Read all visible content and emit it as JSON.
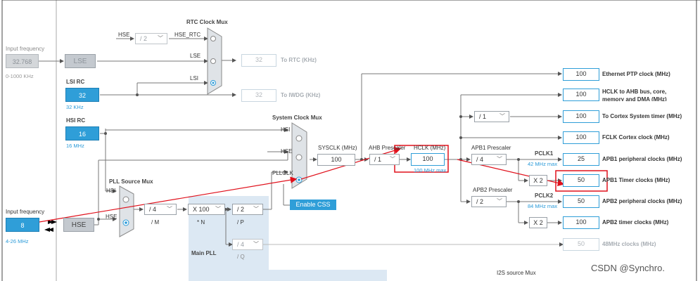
{
  "inputs": {
    "lse_freq_label": "Input frequency",
    "lse_freq_value": "32.768",
    "lse_freq_range": "0-1000 KHz",
    "lse_label": "LSE",
    "lsi_rc_label": "LSI RC",
    "lsi_value": "32",
    "lsi_sub": "32 KHz",
    "hsi_rc_label": "HSI RC",
    "hsi_value": "16",
    "hsi_sub": "16 MHz",
    "hse_freq_label": "Input frequency",
    "hse_freq_value": "8",
    "hse_freq_range": "4-26 MHz",
    "hse_label": "HSE"
  },
  "rtc": {
    "mux_title": "RTC Clock Mux",
    "hse_in": "HSE",
    "div_value": "/ 2",
    "hse_rtc": "HSE_RTC",
    "lse": "LSE",
    "lsi": "LSI",
    "rtc_value": "32",
    "rtc_label": "To RTC (KHz)",
    "iwdg_value": "32",
    "iwdg_label": "To IWDG (KHz)"
  },
  "sysclk": {
    "mux_title": "System Clock Mux",
    "hsi": "HSI",
    "hse": "HSE",
    "pllclk": "PLLCLK",
    "sysclk_label": "SYSCLK (MHz)",
    "sysclk_value": "100",
    "ahb_prescaler_label": "AHB Prescaler",
    "ahb_value": "/ 1",
    "hclk_label": "HCLK (MHz)",
    "hclk_value": "100",
    "hclk_sub": "100 MHz max",
    "enable_css": "Enable CSS"
  },
  "pll": {
    "source_mux_title": "PLL Source Mux",
    "hsi": "HSI",
    "hse": "HSE",
    "m_value": "/ 4",
    "m_label": "/ M",
    "n_value": "X 100",
    "n_label": "* N",
    "p_value": "/ 2",
    "p_label": "/ P",
    "q_value": "/ 4",
    "q_label": "/ Q",
    "main_pll": "Main PLL"
  },
  "outputs": {
    "ptp_value": "100",
    "ptp_label": "Ethernet PTP clock (MHz)",
    "hclk_ahb_value": "100",
    "hclk_ahb_label1": "HCLK to AHB bus, core,",
    "hclk_ahb_label2": "memory and DMA (MHz)",
    "cortex_div": "/ 1",
    "cortex_value": "100",
    "cortex_label": "To Cortex System timer (MHz)",
    "fclk_value": "100",
    "fclk_label": "FCLK Cortex clock (MHz)",
    "apb1_prescaler_label": "APB1 Prescaler",
    "apb1_div": "/ 4",
    "pclk1": "PCLK1",
    "pclk1_sub": "42 MHz max",
    "apb1_periph_value": "25",
    "apb1_periph_label": "APB1 peripheral clocks (MHz)",
    "apb1_timer_mul": "X 2",
    "apb1_timer_value": "50",
    "apb1_timer_label": "APB1 Timer clocks (MHz)",
    "apb2_prescaler_label": "APB2 Prescaler",
    "apb2_div": "/ 2",
    "pclk2": "PCLK2",
    "pclk2_sub": "84 MHz max",
    "apb2_periph_value": "50",
    "apb2_periph_label": "APB2 peripheral clocks (MHz)",
    "apb2_timer_mul": "X 2",
    "apb2_timer_value": "100",
    "apb2_timer_label": "APB2 timer clocks (MHz)",
    "mhz48_value": "50",
    "mhz48_label": "48MHz clocks (MHz)",
    "i2s_label": "I2S source Mux"
  },
  "watermark": "CSDN @Synchro.",
  "colors": {
    "accent": "#2f9ed8",
    "annotation": "#e0101b",
    "pll_panel": "#dce8f3"
  }
}
